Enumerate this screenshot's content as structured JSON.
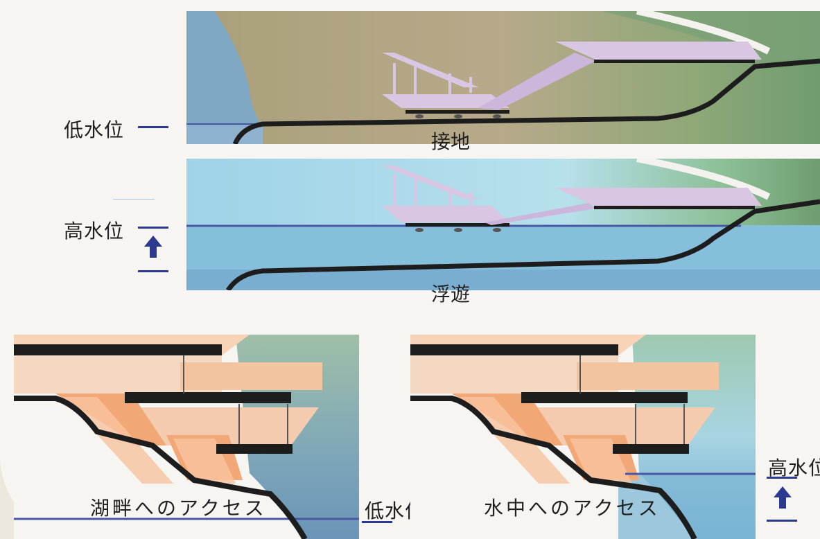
{
  "labels": {
    "low_water_left": "低水位",
    "high_water_left": "高水位",
    "low_water_mid": "低水位",
    "high_water_right": "高水位"
  },
  "captions": {
    "grounded": "接地",
    "floating": "浮遊",
    "lakeside_access": "湖畔へのアクセス",
    "underwater_access": "水中へのアクセス"
  },
  "colors": {
    "water_line": "#2b3a8f",
    "deck": "#d9c6e3",
    "terrain_edge": "#1d1d1d",
    "building_peach": "#f5c9a6",
    "building_orange": "#f0a878"
  }
}
